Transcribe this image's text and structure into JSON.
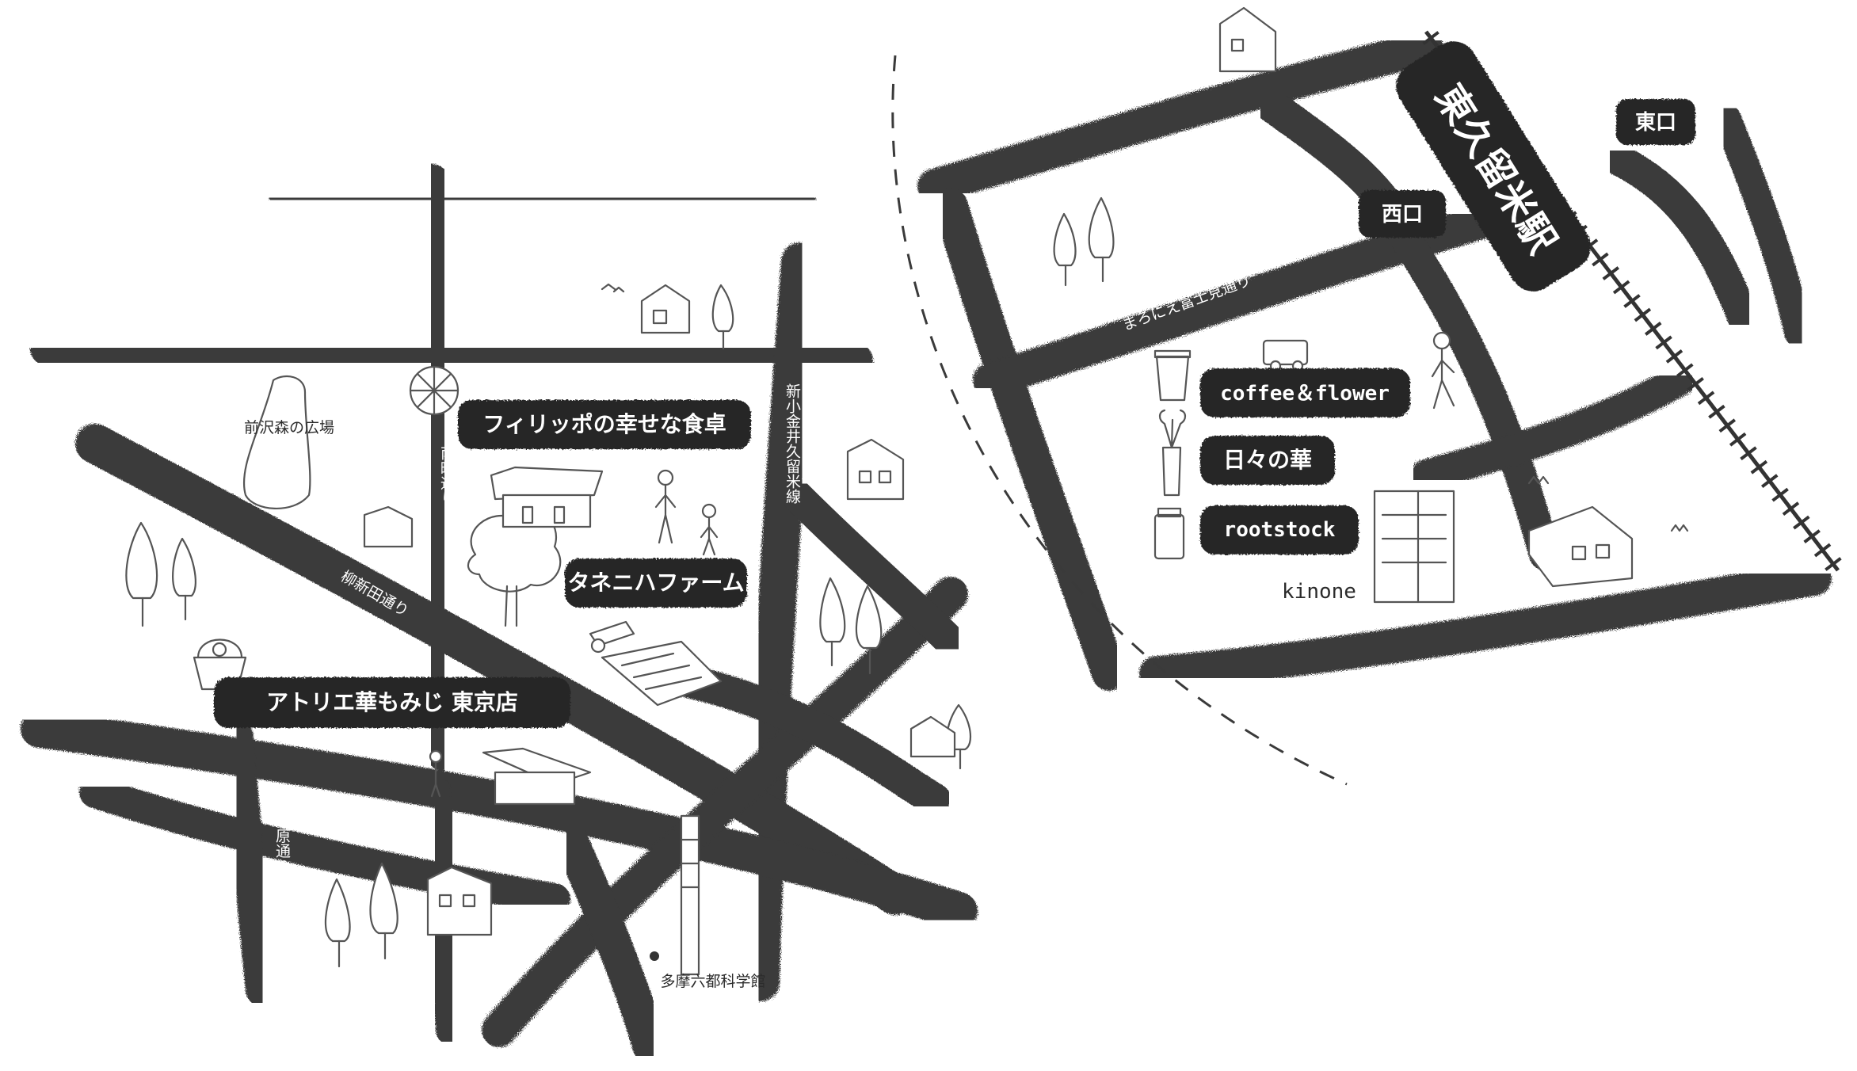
{
  "map": {
    "station": {
      "label": "東久留米駅",
      "west_exit": "西口",
      "east_exit": "東口"
    },
    "roads": {
      "mitsuba": "まろにえ富士見通り",
      "shinkoganei": "新小金井久留米線",
      "minamimachi": "南町通り",
      "yanagi": "柳新田通り",
      "nonaka": "野中原通り"
    },
    "places": {
      "maezawa": "前沢森の広場",
      "tama_science": "多摩六都科学館"
    },
    "shops": {
      "filippo": "フィリッポの幸せな食卓",
      "taneni": "タネニハファーム",
      "atelier": "アトリエ華もみじ 東京店",
      "coffee": "coffee＆flower",
      "hibi": "日々の華",
      "rootstock": "rootstock",
      "kinone": "kinone"
    },
    "colors": {
      "road": "#3a3a3a",
      "label_bg": "#262626",
      "label_text": "#ffffff",
      "background": "#ffffff"
    },
    "icons": [
      "pizza-icon",
      "basket-icon",
      "coffee-cup-icon",
      "flower-vase-icon",
      "jar-icon",
      "car-icon",
      "person-icon",
      "tree-icon",
      "house-icon",
      "building-icon",
      "tower-icon",
      "tractor-icon",
      "field-icon",
      "bird-icon"
    ]
  }
}
